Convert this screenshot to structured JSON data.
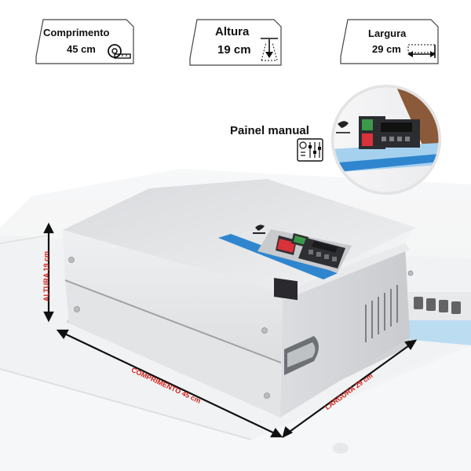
{
  "labels": {
    "length": {
      "title": "Comprimento",
      "value": "45 cm"
    },
    "height": {
      "title": "Altura",
      "value": "19 cm"
    },
    "width": {
      "title": "Largura",
      "value": "29 cm"
    },
    "panel": {
      "title": "Painel manual"
    }
  },
  "annotations": {
    "height": "ALTURA 19 cm",
    "length": "COMPRIMENTO 45 cm",
    "width": "LARGURA 29 cm"
  },
  "colors": {
    "accent_blue": "#2f86cf",
    "annotation_red": "#d4201c",
    "device_body": "#e6e7e9",
    "wood": "#8a5a3a"
  },
  "icons": [
    "tape-measure-icon",
    "height-arrow-icon",
    "width-arrow-icon",
    "control-panel-icon"
  ]
}
